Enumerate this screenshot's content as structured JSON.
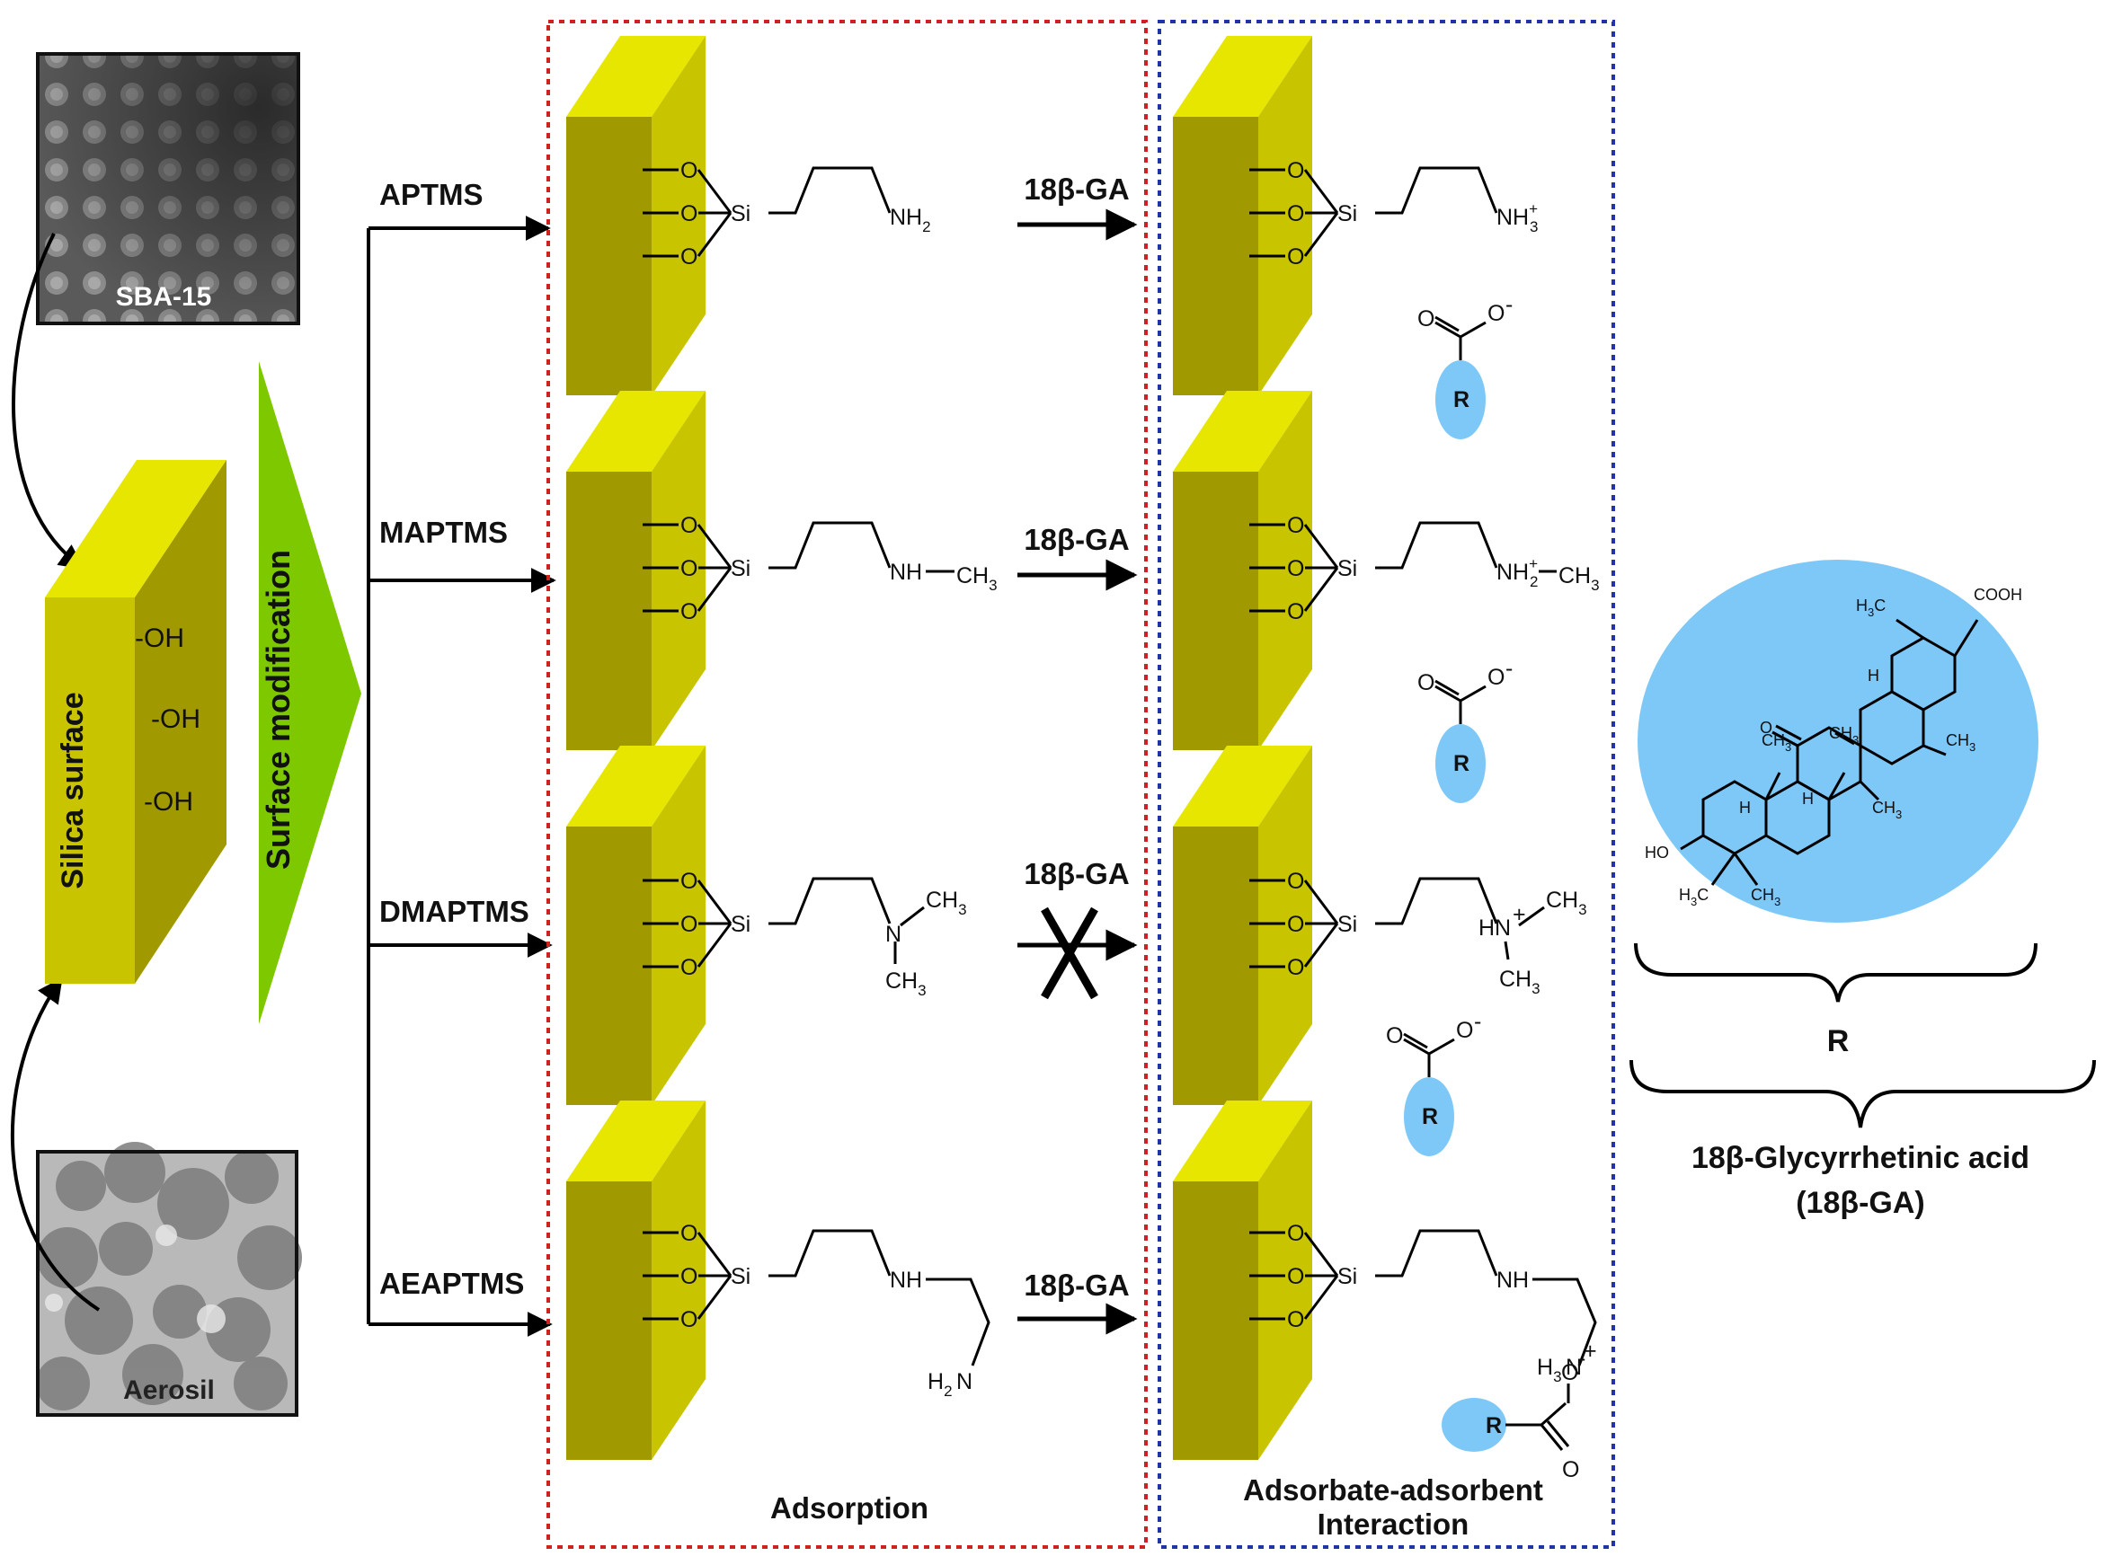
{
  "sources": {
    "sba15": {
      "label": "SBA-15"
    },
    "aerosil": {
      "label": "Aerosil"
    }
  },
  "silica": {
    "label": "Silica surface",
    "groups": [
      "-OH",
      "-OH",
      "-OH"
    ]
  },
  "modification": {
    "label": "Surface modification"
  },
  "silanes": [
    {
      "name": "APTMS",
      "adsorbate": "18β-GA",
      "blocked": false
    },
    {
      "name": "MAPTMS",
      "adsorbate": "18β-GA",
      "blocked": false
    },
    {
      "name": "DMAPTMS",
      "adsorbate": "18β-GA",
      "blocked": true
    },
    {
      "name": "AEAPTMS",
      "adsorbate": "18β-GA",
      "blocked": false
    }
  ],
  "panels": {
    "adsorption": "Adsorption",
    "interaction_line1": "Adsorbate-adsorbent",
    "interaction_line2": "Interaction"
  },
  "chem": {
    "O": "O",
    "Si": "Si",
    "R": "R",
    "NH": "NH",
    "N": "N",
    "HN": "HN",
    "CH3": "CH",
    "sub3": "3",
    "sub2": "2",
    "NH2": "NH",
    "H2N": "H",
    "H3N": "H",
    "plus": "+",
    "minus": "-",
    "COOH": "COOH",
    "HO": "HO",
    "H3C": "H",
    "H": "H"
  },
  "ga": {
    "r_label": "R",
    "name_line1": "18β-Glycyrrhetinic acid",
    "name_line2": "(18β-GA)"
  },
  "colors": {
    "plate_front": "#a09a00",
    "plate_top": "#e6e600",
    "plate_side": "#c9c400",
    "arrow_green": "#7ec800",
    "r_blob": "#7ec8f8",
    "adsorption_border": "#cc2222",
    "interaction_border": "#2233aa"
  }
}
